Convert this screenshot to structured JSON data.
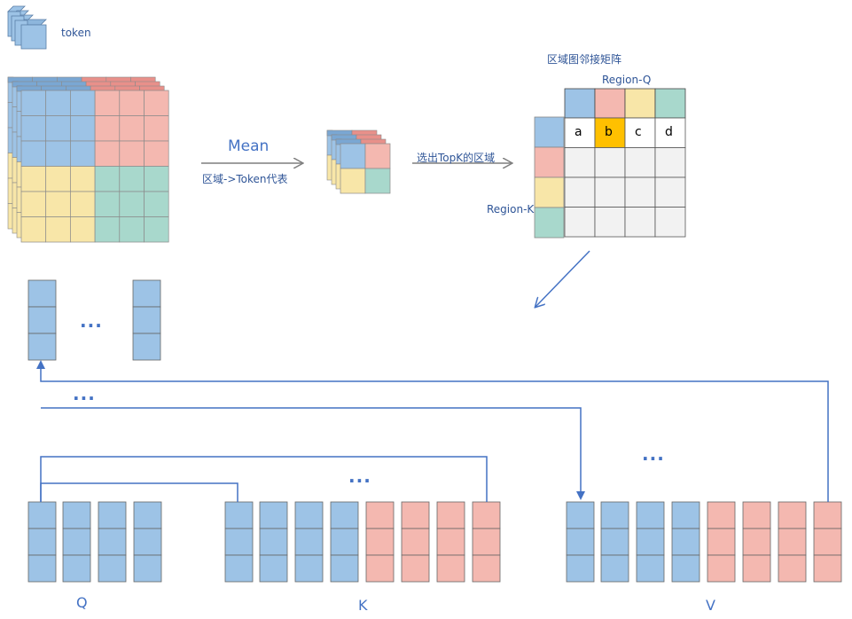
{
  "legend": {
    "token_label": "token"
  },
  "mean_arrow": {
    "title": "Mean",
    "subtitle": "区域->Token代表"
  },
  "topk_arrow": {
    "label": "选出TopK的区域"
  },
  "matrix": {
    "title": "区域图邻接矩阵",
    "row_axis": "Region-Q",
    "col_axis": "Region-K",
    "cells": [
      "a",
      "b",
      "c",
      "d"
    ],
    "highlight_color": "#ffc000"
  },
  "ellipsis": "...",
  "labels": {
    "q": "Q",
    "k": "K",
    "v": "V"
  },
  "colors": {
    "blue": "#9dc3e6",
    "red": "#f4b8b0",
    "yellow": "#f8e6a8",
    "green": "#a8d8cc",
    "arrow": "#4472c4",
    "gray_arrow": "#7f7f7f"
  }
}
